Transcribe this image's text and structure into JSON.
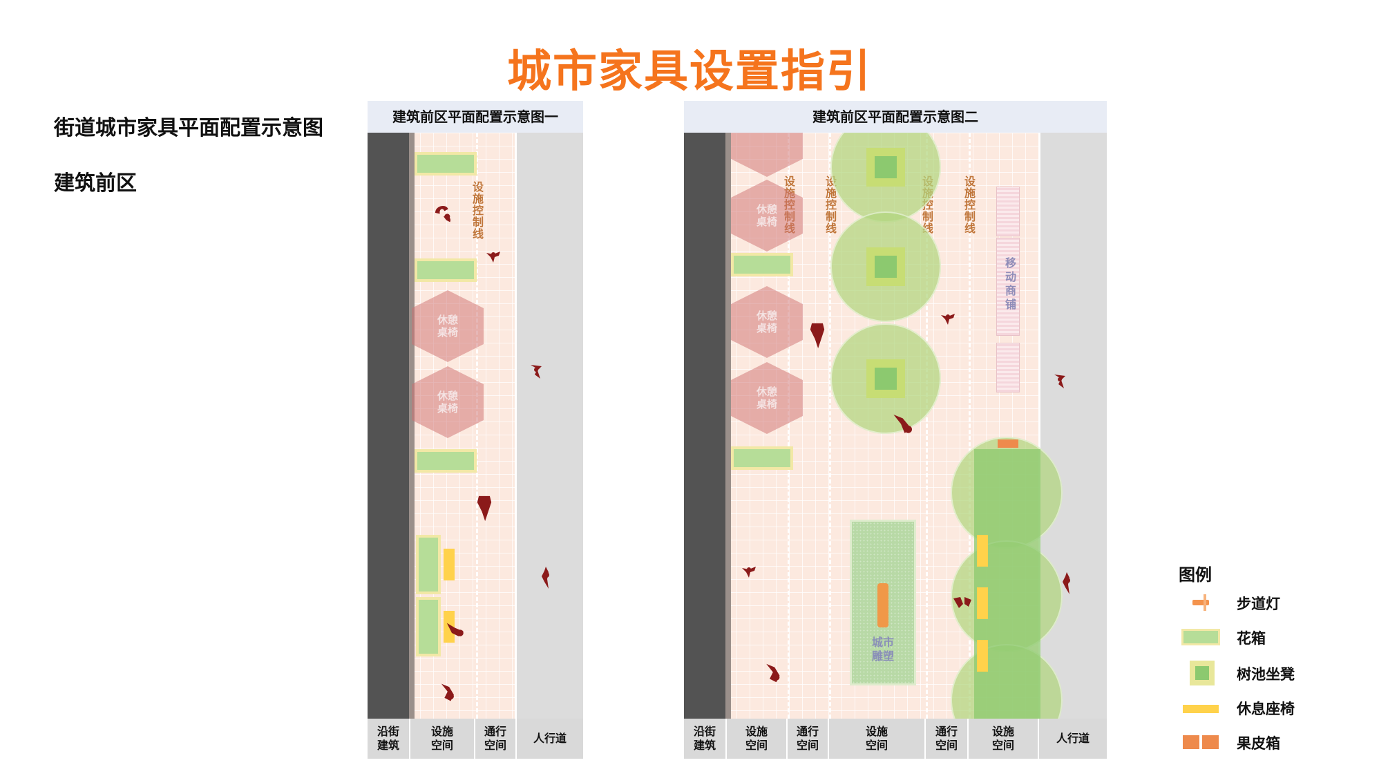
{
  "title": "城市家具设置指引",
  "side": {
    "heading1": "街道城市家具平面配置示意图",
    "heading2": "建筑前区"
  },
  "panel1": {
    "header": "建筑前区平面配置示意图一",
    "control_line": "设施控制线",
    "rest_table": "休憩\n桌椅",
    "footer": [
      "沿街\n建筑",
      "设施\n空间",
      "通行\n空间",
      "人行道"
    ]
  },
  "panel2": {
    "header": "建筑前区平面配置示意图二",
    "control_line": "设施控制线",
    "rest_table": "休憩\n桌椅",
    "mobile_shop": "移动商铺",
    "sculpture": "城市\n雕塑",
    "footer": [
      "沿街\n建筑",
      "设施\n空间",
      "通行\n空间",
      "设施\n空间",
      "通行\n空间",
      "设施\n空间",
      "人行道"
    ]
  },
  "legend": {
    "title": "图例",
    "items": [
      {
        "label": "步道灯",
        "color": "#f4934d"
      },
      {
        "label": "花箱",
        "color": "#b6dd98"
      },
      {
        "label": "树池坐凳",
        "color": "#c7dd74"
      },
      {
        "label": "休息座椅",
        "color": "#ffd24b"
      },
      {
        "label": "果皮箱",
        "color": "#ee8a4c"
      }
    ]
  },
  "colors": {
    "accent": "#f5741d",
    "building": "#535353",
    "sidewalk": "#dcdcdc",
    "zone": "#fce9df",
    "figure": "#8b1a1a"
  }
}
